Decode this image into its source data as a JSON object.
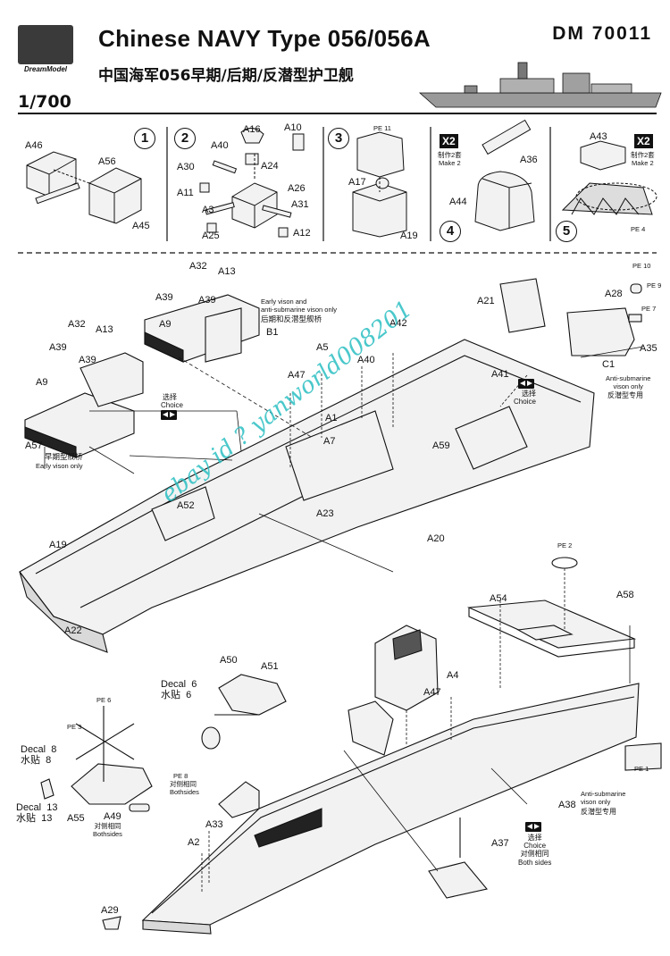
{
  "header": {
    "title": "Chinese NAVY Type 056/056A",
    "code": "DM 70011",
    "subtitle": "中国海军056早期/后期/反潜型护卫舰",
    "scale": "1/700",
    "logo_text": "DreamModel"
  },
  "steps": [
    "1",
    "2",
    "3",
    "4",
    "5"
  ],
  "make2": {
    "badge": "X2",
    "cn": "制作2套",
    "en": "Make 2"
  },
  "step_parts": {
    "s1": [
      "A46",
      "A56",
      "A45"
    ],
    "s2": [
      "A16",
      "A10",
      "A40",
      "A30",
      "A24",
      "A11",
      "A26",
      "A31",
      "A3",
      "A25",
      "A12"
    ],
    "s3": [
      "PE 11",
      "A17",
      "A19"
    ],
    "s4": [
      "A36",
      "A44"
    ],
    "s5": [
      "A43",
      "PE 4"
    ]
  },
  "upper_parts": [
    "A32",
    "A13",
    "A39",
    "A39",
    "A9",
    "B1",
    "A32",
    "A13",
    "A39",
    "A9",
    "A39",
    "A57",
    "A5",
    "A47",
    "A40",
    "A42",
    "A41",
    "A1",
    "A7",
    "A59",
    "A21",
    "A28",
    "C1",
    "A35",
    "A52",
    "A23",
    "A20",
    "A19",
    "A22",
    "PE 10",
    "PE 9",
    "PE 7"
  ],
  "upper_notes": {
    "late_en": "Early vison and\nanti-submarine vison only",
    "late_cn": "后期和反潜型舰桥",
    "choice_cn": "选择",
    "choice_en": "Choice",
    "early_cn": "早期型舰桥",
    "early_en": "Early vison only",
    "asw_en": "Anti-submarine\nvison only",
    "asw_cn": "反潜型专用"
  },
  "lower_parts": [
    "PE 2",
    "A54",
    "A58",
    "A4",
    "A47",
    "A50",
    "A51",
    "PE 6",
    "PE 3",
    "PE 8",
    "A55",
    "A49",
    "A33",
    "A2",
    "A38",
    "A37",
    "A29",
    "PE 1"
  ],
  "lower_notes": {
    "decal6": "Decal  6\n水贴  6",
    "decal8": "Decal  8\n水贴  8",
    "decal13": "Decal  13\n水贴  13",
    "pe8_note": "对侧相同\nBothsides",
    "a49_note": "对侧相同\nBothsides",
    "asw_en": "Anti-submarine\nvison only",
    "asw_cn": "反潜型专用",
    "choice": "选择\nChoice\n对侧相同\nBoth sides"
  },
  "watermark": "ebay id ? yanworld008201",
  "colors": {
    "ink": "#111111",
    "hull": "#f2f2f2",
    "shade": "#c8c8c8",
    "watermark": "#2bbfc2"
  }
}
